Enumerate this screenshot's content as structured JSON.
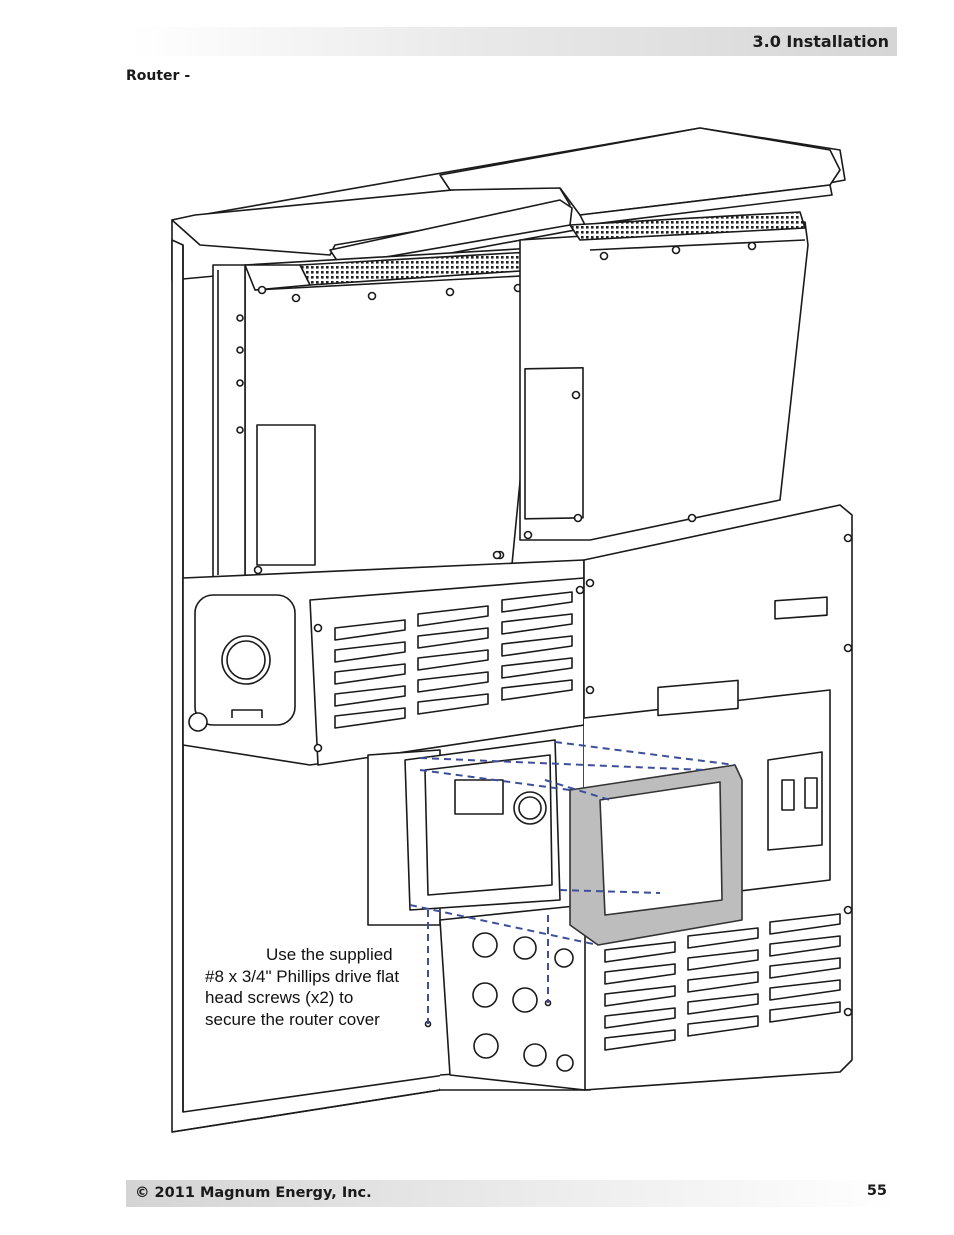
{
  "header": {
    "section_title": "3.0 Installation"
  },
  "section": {
    "label": "Router -"
  },
  "figure": {
    "callout_lines": [
      "Use the supplied",
      "#8 x 3/4\" Phillips drive flat",
      "head screws (x2) to",
      "secure the router cover"
    ],
    "colors": {
      "line": "#1a1a1a",
      "dash": "#3b4f9c",
      "cover": "#9a9a9a"
    }
  },
  "footer": {
    "copyright": "© 2011 Magnum Energy, Inc.",
    "page_number": "55"
  }
}
